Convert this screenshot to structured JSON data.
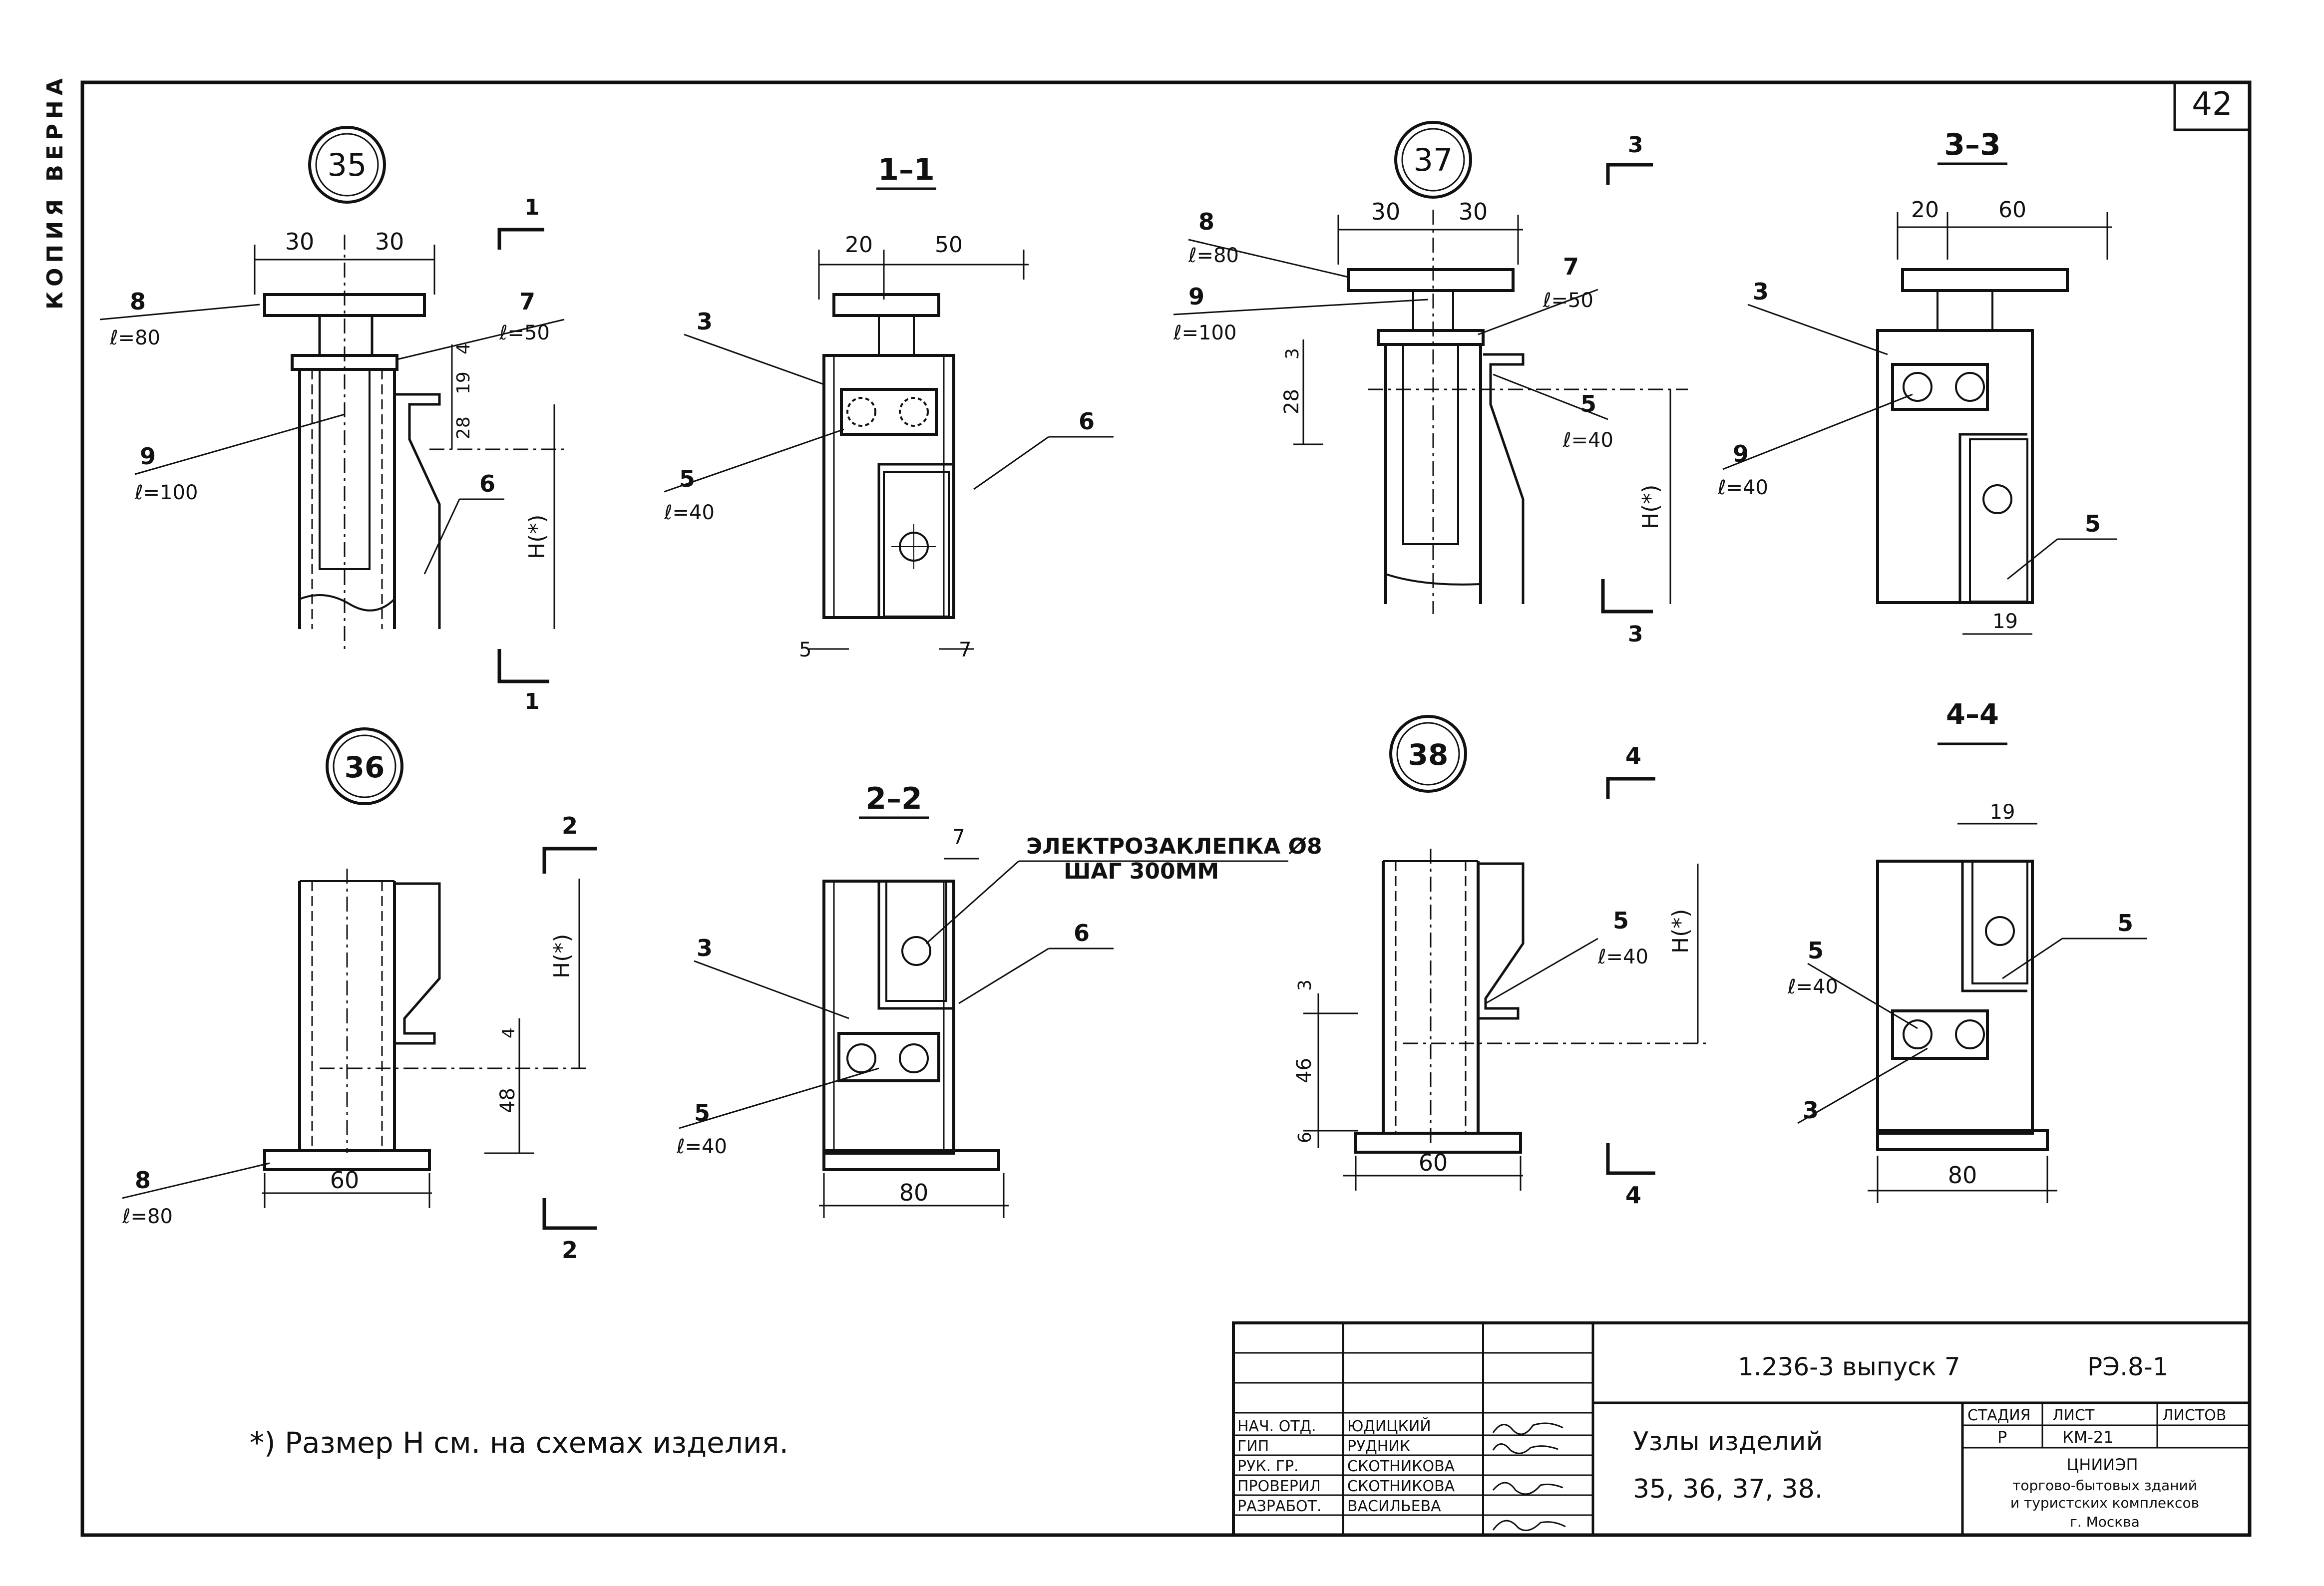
{
  "margin_note": "КОПИЯ ВЕРНА",
  "sheet_number": "42",
  "node_labels": {
    "n35": "35",
    "n36": "36",
    "n37": "37",
    "n38": "38"
  },
  "section_titles": {
    "s11": "1–1",
    "s22": "2–2",
    "s33": "3–3",
    "s44": "4–4"
  },
  "section_marks": {
    "one": "1",
    "two": "2",
    "three": "3",
    "four": "4"
  },
  "dims": {
    "d30": "30",
    "d20": "20",
    "d60": "60",
    "d50": "50",
    "d80": "80",
    "d19": "19",
    "d28": "28",
    "d48": "48",
    "d46": "46",
    "d5": "5",
    "d7": "7",
    "d4": "4",
    "d3": "3",
    "d6": "6",
    "h": "H(*)"
  },
  "parts": {
    "p3": "3",
    "p5": "5",
    "p6": "6",
    "p7": "7",
    "p8": "8",
    "p9": "9",
    "l80": "ℓ=80",
    "l50": "ℓ=50",
    "l100": "ℓ=100",
    "l40": "ℓ=40"
  },
  "weld_note": {
    "line1": "ЭЛЕКТРОЗАКЛЕПКА Ø8",
    "line2": "ШАГ 300ММ"
  },
  "footnote": "*) Размер Н см. на схемах изделия.",
  "title_block": {
    "code": "1.236-3 выпуск 7",
    "sheet_ref": "РЭ.8-1",
    "title_line1": "Узлы изделий",
    "title_line2": "35, 36, 37, 38.",
    "stage_header": "СТАДИЯ",
    "sheet_header": "ЛИСТ",
    "sheets_header": "ЛИСТОВ",
    "stage_value": "Р",
    "sheet_value": "КМ-21",
    "org_line1": "ЦНИИЭП",
    "org_line2": "торгово-бытовых зданий",
    "org_line3": "и туристских комплексов",
    "org_line4": "г. Москва",
    "roles": [
      {
        "role": "НАЧ. ОТД.",
        "name": "ЮДИЦКИЙ"
      },
      {
        "role": "ГИП",
        "name": "РУДНИК"
      },
      {
        "role": "РУК. ГР.",
        "name": "СКОТНИКОВА"
      },
      {
        "role": "ПРОВЕРИЛ",
        "name": "СКОТНИКОВА"
      },
      {
        "role": "РАЗРАБОТ.",
        "name": "ВАСИЛЬЕВА"
      }
    ]
  }
}
